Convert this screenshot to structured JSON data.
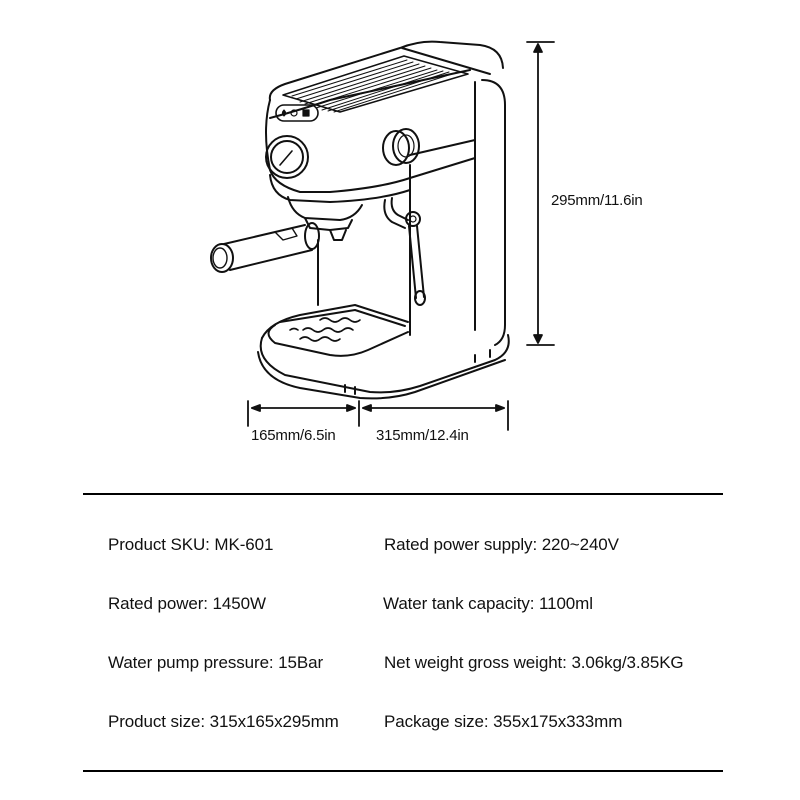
{
  "dimensions": {
    "height_label": "295mm/11.6in",
    "depth_label": "165mm/6.5in",
    "width_label": "315mm/12.4in"
  },
  "illustration": {
    "subject": "espresso-machine-line-drawing",
    "control_icons": [
      "water-drop-icon",
      "power-icon",
      "steam-icon"
    ]
  },
  "specs": {
    "left": [
      {
        "label": "Product SKU:",
        "value": "MK-601"
      },
      {
        "label": "Rated power:",
        "value": "1450W"
      },
      {
        "label": "Water pump pressure:",
        "value": "15Bar"
      },
      {
        "label": "Product size:",
        "value": "315x165x295mm"
      }
    ],
    "right": [
      {
        "label": "Rated power supply:",
        "value": "220~240V"
      },
      {
        "label": "Water tank capacity:",
        "value": "1100ml"
      },
      {
        "label": "Net weight gross weight:",
        "value": "3.06kg/3.85KG"
      },
      {
        "label": "Package size:",
        "value": "355x175x333mm"
      }
    ]
  },
  "colors": {
    "text": "#111111",
    "lines": "#000000",
    "background": "#ffffff"
  }
}
